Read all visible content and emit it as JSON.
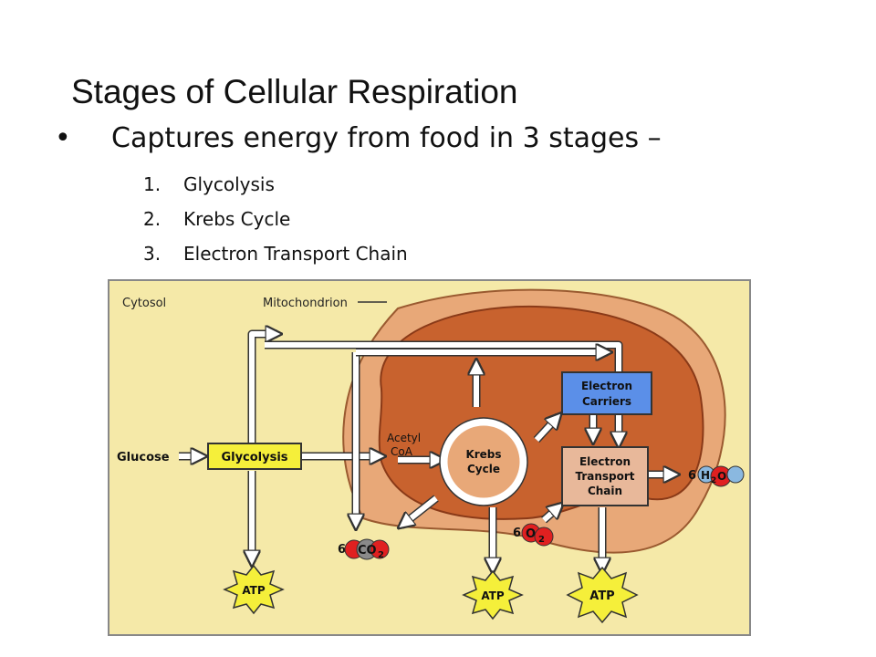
{
  "slide": {
    "title": "Stages of Cellular Respiration",
    "bullet_marker": "•",
    "bullet": "Captures energy from food in 3 stages –",
    "stages": [
      {
        "number": "1.",
        "label": "Glycolysis"
      },
      {
        "number": "2.",
        "label": "Krebs Cycle"
      },
      {
        "number": "3.",
        "label": "Electron Transport Chain"
      }
    ]
  },
  "diagram": {
    "cytosol_label": "Cytosol",
    "mitochondrion_label": "Mitochondrion",
    "glucose_label": "Glucose",
    "glycolysis_label": "Glycolysis",
    "acetyl_line1": "Acetyl",
    "acetyl_line2": "CoA",
    "krebs_line1": "Krebs",
    "krebs_line2": "Cycle",
    "carriers_line1": "Electron",
    "carriers_line2": "Carriers",
    "etc_line1": "Electron",
    "etc_line2": "Transport",
    "etc_line3": "Chain",
    "co2_count": "6",
    "co2_formula": "CO",
    "co2_sub": "2",
    "o2_count": "6",
    "o2_formula": "O",
    "o2_sub": "2",
    "h2o_count": "6",
    "h2o_formula_h": "H",
    "h2o_sub": "2",
    "h2o_formula_o": "O",
    "atp_label": "ATP"
  },
  "colors": {
    "cytosol_bg": "#f5e9a8",
    "mito_outer": "#e8a878",
    "mito_inner": "#c8622e",
    "glycolysis_box": "#f5ef3a",
    "carriers_box": "#5b8fe8",
    "etc_box": "#e8b89a",
    "atp_star": "#f5ef3a",
    "molecule_red": "#e02020",
    "molecule_gray": "#8a8a8a",
    "molecule_blue": "#8ab8e0"
  }
}
